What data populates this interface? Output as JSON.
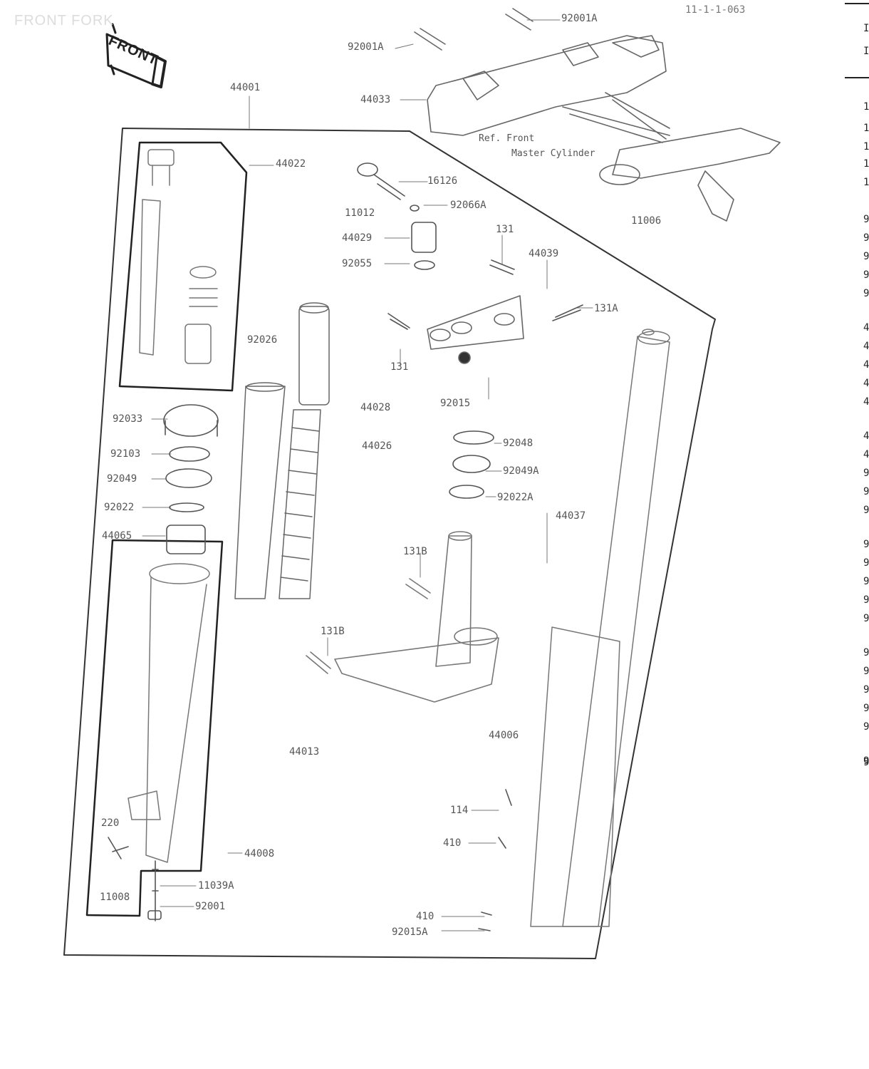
{
  "page": {
    "title": "FRONT FORK",
    "code": "11-1-1-063",
    "front_badge": "FRONT"
  },
  "callouts": [
    {
      "id": "c-92001a-top",
      "text": "92001A"
    },
    {
      "id": "c-92001a-left",
      "text": "92001A"
    },
    {
      "id": "c-44033",
      "text": "44033"
    },
    {
      "id": "c-44001",
      "text": "44001"
    },
    {
      "id": "c-44022",
      "text": "44022"
    },
    {
      "id": "c-16126",
      "text": "16126"
    },
    {
      "id": "c-11012",
      "text": "11012"
    },
    {
      "id": "c-92066a",
      "text": "92066A"
    },
    {
      "id": "c-44029",
      "text": "44029"
    },
    {
      "id": "c-92055",
      "text": "92055"
    },
    {
      "id": "c-131",
      "text": "131"
    },
    {
      "id": "c-44039",
      "text": "44039"
    },
    {
      "id": "c-131a",
      "text": "131A"
    },
    {
      "id": "c-131-low",
      "text": "131"
    },
    {
      "id": "c-92026",
      "text": "92026"
    },
    {
      "id": "c-92015",
      "text": "92015"
    },
    {
      "id": "c-44028",
      "text": "44028"
    },
    {
      "id": "c-44026",
      "text": "44026"
    },
    {
      "id": "c-92033",
      "text": "92033"
    },
    {
      "id": "c-92103",
      "text": "92103"
    },
    {
      "id": "c-92049",
      "text": "92049"
    },
    {
      "id": "c-92022",
      "text": "92022"
    },
    {
      "id": "c-44065",
      "text": "44065"
    },
    {
      "id": "c-92048",
      "text": "92048"
    },
    {
      "id": "c-92049a",
      "text": "92049A"
    },
    {
      "id": "c-92022a",
      "text": "92022A"
    },
    {
      "id": "c-44037",
      "text": "44037"
    },
    {
      "id": "c-11006",
      "text": "11006"
    },
    {
      "id": "c-131b",
      "text": "131B"
    },
    {
      "id": "c-131c",
      "text": "131B"
    },
    {
      "id": "c-44013",
      "text": "44013"
    },
    {
      "id": "c-44006",
      "text": "44006"
    },
    {
      "id": "c-114",
      "text": "114"
    },
    {
      "id": "c-410",
      "text": "410"
    },
    {
      "id": "c-220",
      "text": "220"
    },
    {
      "id": "c-44008",
      "text": "44008"
    },
    {
      "id": "c-11039a",
      "text": "11039A"
    },
    {
      "id": "c-11008",
      "text": "11008"
    },
    {
      "id": "c-92001",
      "text": "92001"
    },
    {
      "id": "c-410-low",
      "text": "410"
    },
    {
      "id": "c-92015a",
      "text": "92015A"
    }
  ],
  "notes": {
    "ref_line1": "Ref. Front",
    "ref_line2": "Master Cylinder"
  },
  "side_panel": {
    "marks": [
      "I",
      "I",
      "1",
      "1",
      "1",
      "1",
      "1",
      "9",
      "9",
      "9",
      "9",
      "9",
      "4",
      "4",
      "4",
      "4",
      "4",
      "4",
      "4",
      "9",
      "9",
      "9",
      "9",
      "9",
      "9",
      "9",
      "9",
      "9",
      "9",
      "9",
      "9",
      "9",
      "9",
      "9"
    ]
  }
}
